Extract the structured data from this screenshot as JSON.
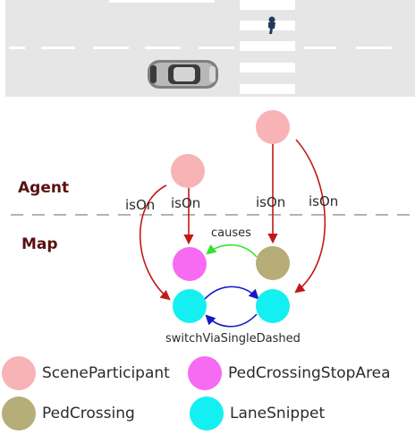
{
  "colors": {
    "road": "#e6e6e6",
    "lane_marking": "#ffffff",
    "scene_participant": "#f7b3b6",
    "ped_crossing_stop_area": "#f76af2",
    "ped_crossing": "#b6ad78",
    "lane_snippet": "#14f0f2",
    "is_on_edge": "#c41818",
    "causes_edge": "#35e32c",
    "switch_edge": "#1717c4",
    "layer_divider": "#b3b3b3",
    "layer_label": "#5a1010"
  },
  "layers": {
    "agent": "Agent",
    "map": "Map"
  },
  "edges": {
    "is_on_1": "isOn",
    "is_on_2": "isOn",
    "is_on_3": "isOn",
    "is_on_4": "isOn",
    "causes": "causes",
    "switch_via_single_dashed": "switchViaSingleDashed"
  },
  "legend": [
    {
      "label": "SceneParticipant",
      "color": "#f7b3b6"
    },
    {
      "label": "PedCrossingStopArea",
      "color": "#f76af2"
    },
    {
      "label": "PedCrossing",
      "color": "#b6ad78"
    },
    {
      "label": "LaneSnippet",
      "color": "#14f0f2"
    }
  ],
  "icons": {
    "car": "car-icon",
    "pedestrian": "pedestrian-icon"
  }
}
